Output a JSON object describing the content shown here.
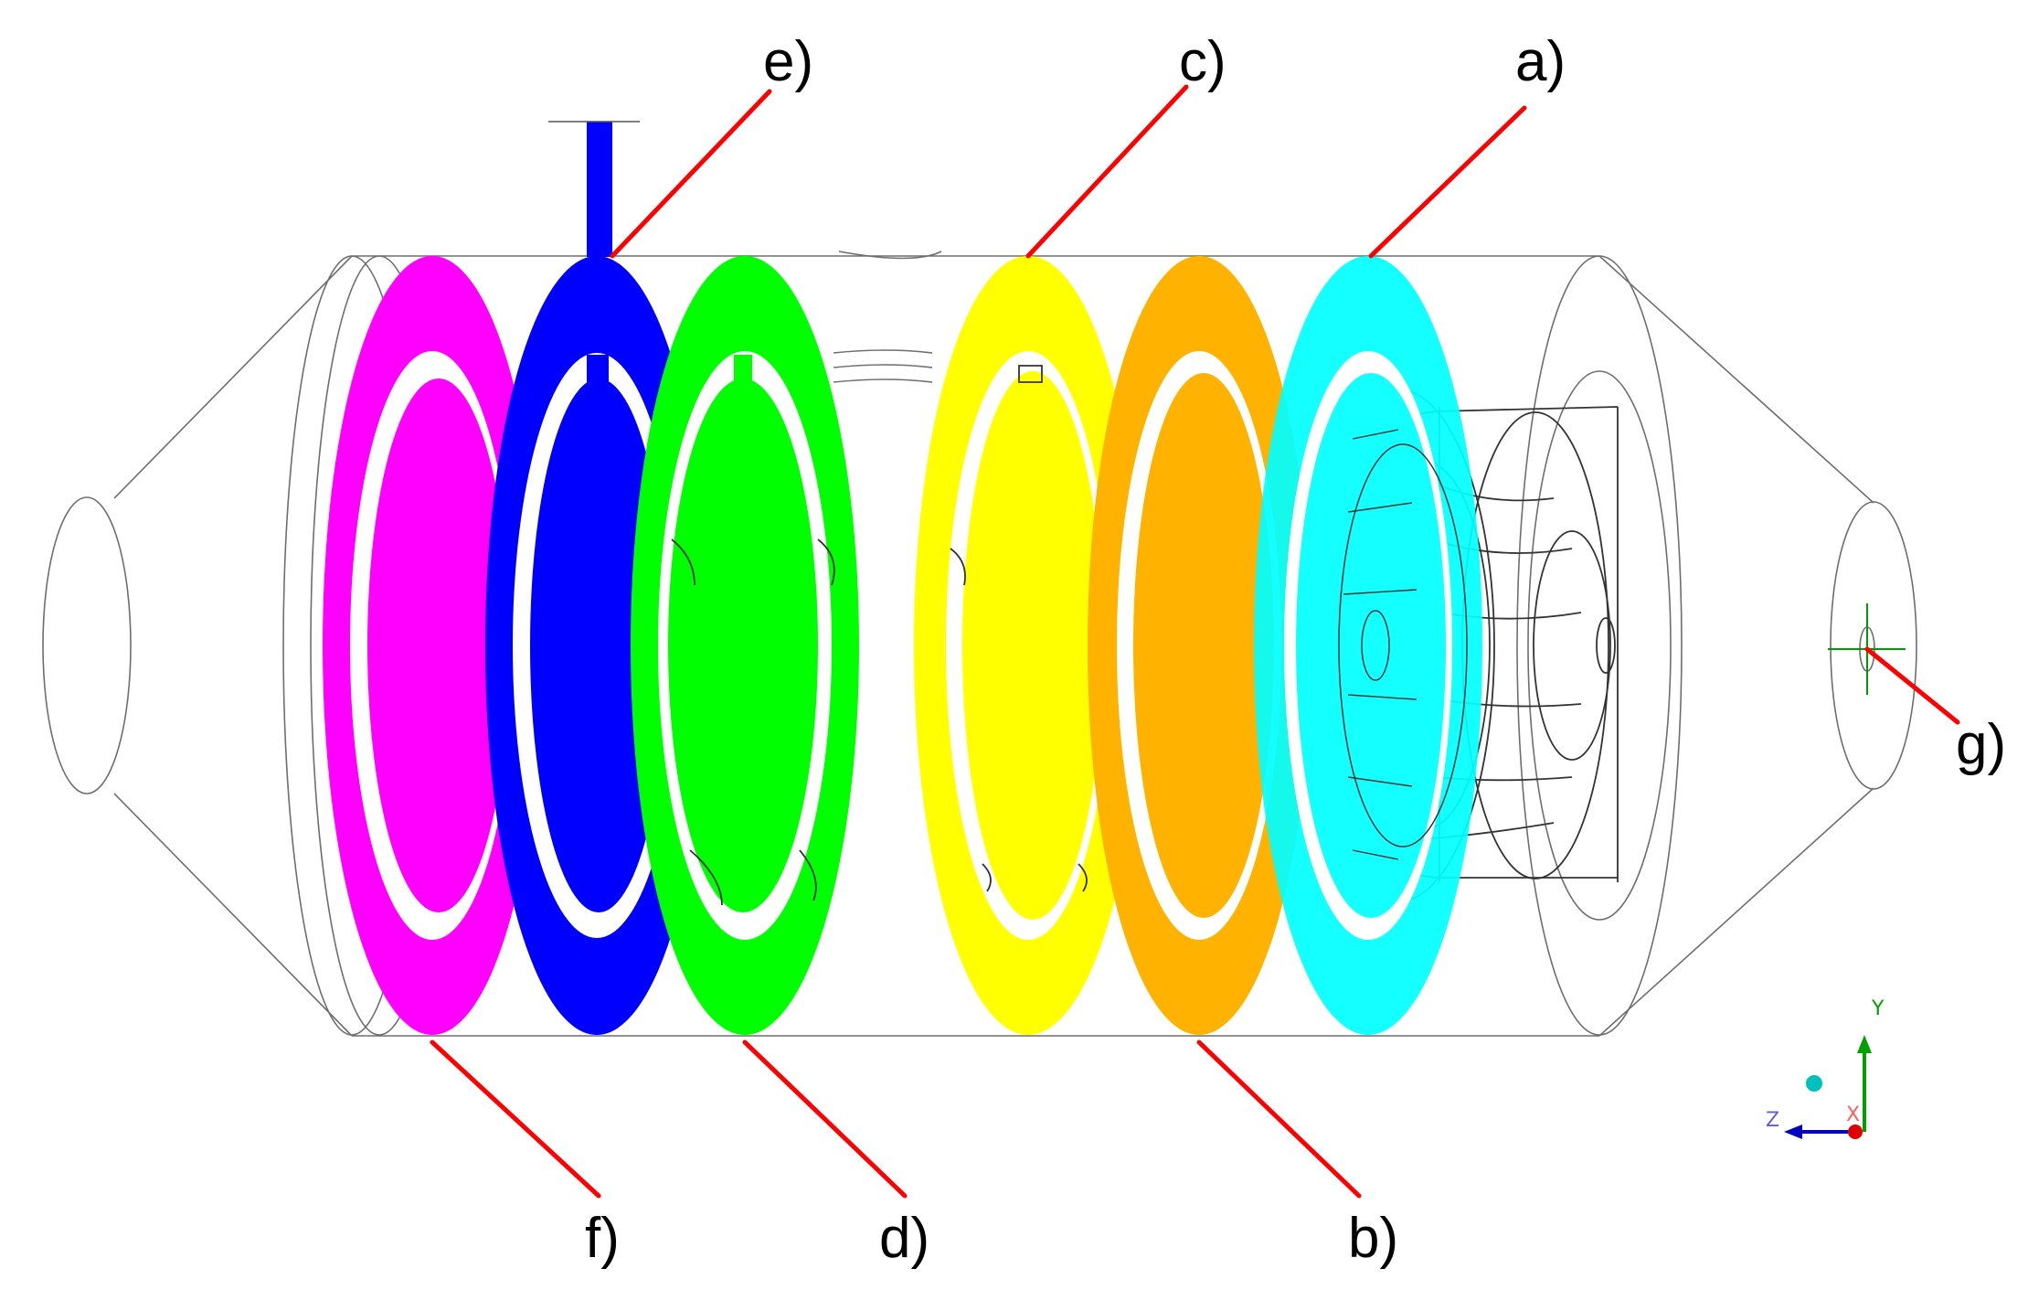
{
  "labels": {
    "a": "a)",
    "b": "b)",
    "c": "c)",
    "d": "d)",
    "e": "e)",
    "f": "f)",
    "g": "g)"
  },
  "rings": [
    {
      "id": "f",
      "color": "#ff00ff"
    },
    {
      "id": "e",
      "color": "#0000ff"
    },
    {
      "id": "d",
      "color": "#00ff00"
    },
    {
      "id": "c",
      "color": "#ffff00"
    },
    {
      "id": "b",
      "color": "#ffb300"
    },
    {
      "id": "a",
      "color": "#00ffff"
    }
  ],
  "leader_color": "#ff0000",
  "axes": {
    "x": {
      "label": "X",
      "color": "#ff0000"
    },
    "y": {
      "label": "Y",
      "color": "#00a000"
    },
    "z": {
      "label": "Z",
      "color": "#0000c0"
    }
  }
}
